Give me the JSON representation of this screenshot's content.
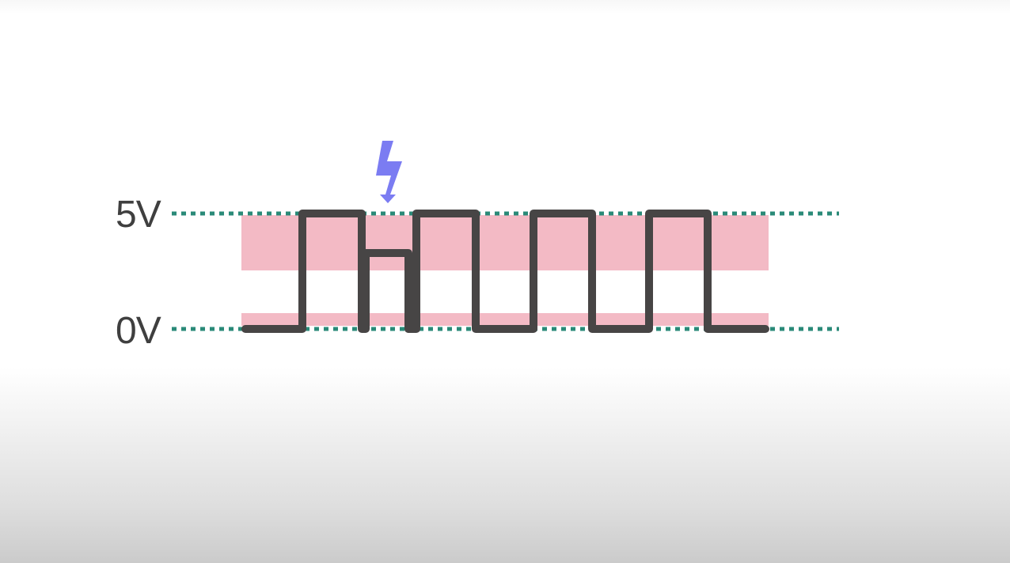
{
  "labels": {
    "high": "5V",
    "low": "0V"
  },
  "colors": {
    "reference_line": "#2a8a78",
    "noise_band": "#f3bac5",
    "signal": "#474545",
    "glitch_icon": "#7b7cf2",
    "label_text": "#3f3f3f"
  },
  "icons": {
    "glitch": "lightning-bolt-icon"
  },
  "signal": {
    "logic_levels": [
      "low",
      "high",
      "glitch",
      "low",
      "high",
      "low",
      "high",
      "low",
      "high",
      "low"
    ]
  }
}
